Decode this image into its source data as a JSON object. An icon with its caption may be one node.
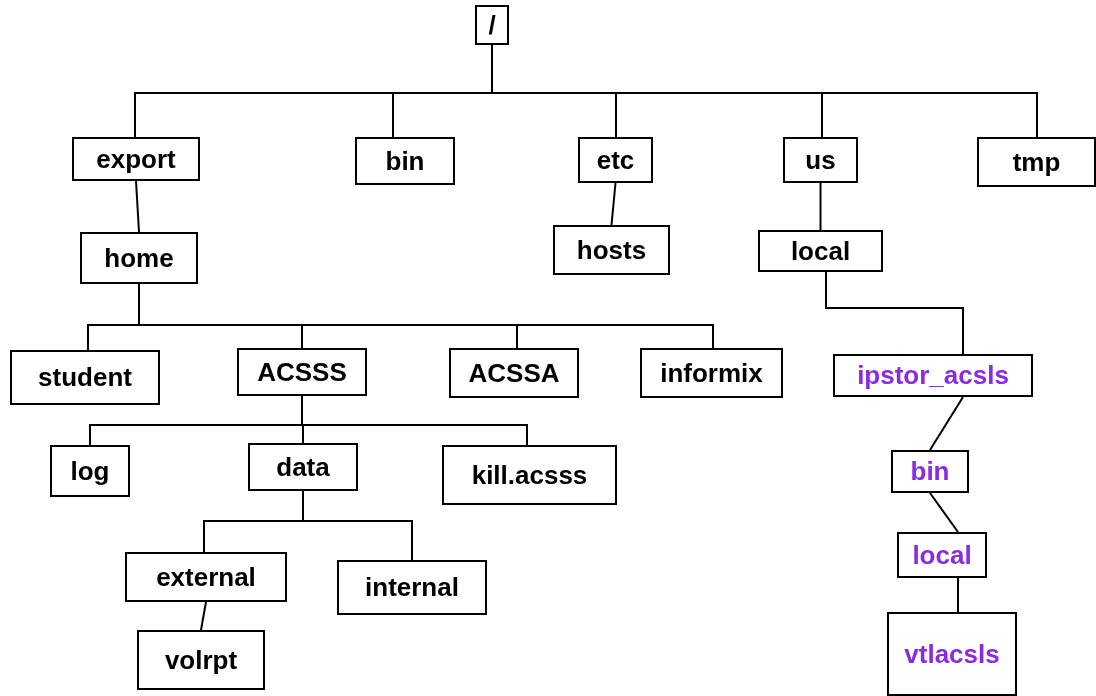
{
  "diagram": {
    "nodes": [
      {
        "text": [
          "/"
        ]
      },
      {
        "text": [
          "export"
        ]
      },
      {
        "text": [
          "bin"
        ]
      },
      {
        "text": [
          "etc"
        ]
      },
      {
        "text": [
          "us"
        ]
      },
      {
        "text": [
          "tmp"
        ]
      },
      {
        "text": [
          "home"
        ]
      },
      {
        "text": [
          "hosts"
        ]
      },
      {
        "text": [
          "local"
        ]
      },
      {
        "text": [
          "student"
        ]
      },
      {
        "text": [
          "ACSSS"
        ]
      },
      {
        "text": [
          "ACSSA"
        ]
      },
      {
        "text": [
          "informix"
        ]
      },
      {
        "text": [
          "ipstor_acsls"
        ]
      },
      {
        "text": [
          "log"
        ]
      },
      {
        "text": [
          "data"
        ]
      },
      {
        "text": [
          "kill.acsss"
        ]
      },
      {
        "text": [
          "bin"
        ]
      },
      {
        "text": [
          "external"
        ]
      },
      {
        "text": [
          "internal"
        ]
      },
      {
        "text": [
          "local"
        ]
      },
      {
        "text": [
          "volrpt"
        ]
      },
      {
        "text": [
          "vtlacsls"
        ]
      }
    ],
    "edges": [
      {
        "from": 0,
        "to": 1,
        "arrow": "none"
      },
      {
        "from": 0,
        "to": 2,
        "arrow": "none"
      },
      {
        "from": 0,
        "to": 3,
        "arrow": "none"
      },
      {
        "from": 0,
        "to": 4,
        "arrow": "none"
      },
      {
        "from": 0,
        "to": 5,
        "arrow": "none"
      },
      {
        "from": 1,
        "to": 6,
        "arrow": "none"
      },
      {
        "from": 3,
        "to": 7,
        "arrow": "none"
      },
      {
        "from": 4,
        "to": 8,
        "arrow": "none"
      },
      {
        "from": 6,
        "to": 9,
        "arrow": "none"
      },
      {
        "from": 6,
        "to": 10,
        "arrow": "none"
      },
      {
        "from": 6,
        "to": 11,
        "arrow": "none"
      },
      {
        "from": 6,
        "to": 12,
        "arrow": "none"
      },
      {
        "from": 8,
        "to": 13,
        "arrow": "none"
      },
      {
        "from": 10,
        "to": 14,
        "arrow": "none"
      },
      {
        "from": 10,
        "to": 15,
        "arrow": "none"
      },
      {
        "from": 10,
        "to": 16,
        "arrow": "none"
      },
      {
        "from": 13,
        "to": 17,
        "arrow": "none"
      },
      {
        "from": 15,
        "to": 18,
        "arrow": "none"
      },
      {
        "from": 15,
        "to": 19,
        "arrow": "none"
      },
      {
        "from": 17,
        "to": 20,
        "arrow": "none"
      },
      {
        "from": 18,
        "to": 21,
        "arrow": "none"
      },
      {
        "from": 20,
        "to": 22,
        "arrow": "none"
      }
    ]
  }
}
